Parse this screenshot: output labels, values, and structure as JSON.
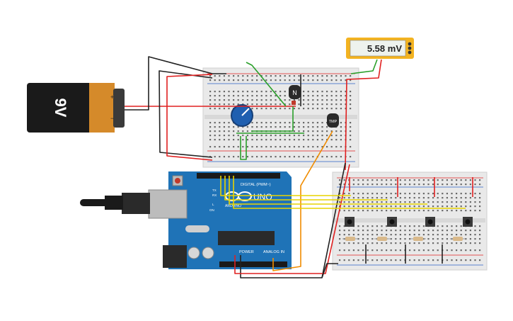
{
  "battery": {
    "label": "9V",
    "plus": "+",
    "minus": "−"
  },
  "multimeter": {
    "reading": "5.58 mV"
  },
  "transistor": {
    "label": "N"
  },
  "temp_sensor": {
    "label": "TMP"
  },
  "arduino": {
    "brand": "UNO",
    "brand_sub": "ARDUINO",
    "digital_label": "DIGITAL (PWM~)",
    "power_label": "POWER",
    "analog_label": "ANALOG IN",
    "tx": "TX",
    "rx": "RX",
    "l": "L",
    "on": "ON"
  },
  "colors": {
    "board": "#1f73b7",
    "breadboard": "#e9e9e9",
    "red_wire": "#e02020",
    "black_wire": "#222222",
    "green_wire": "#2aa02a",
    "yellow_wire": "#e8d400",
    "orange_wire": "#f08c00",
    "battery_body": "#1a1a1a",
    "battery_top": "#d58a2a",
    "pot": "#1f5fb0",
    "multimeter_body": "#f3b321"
  }
}
